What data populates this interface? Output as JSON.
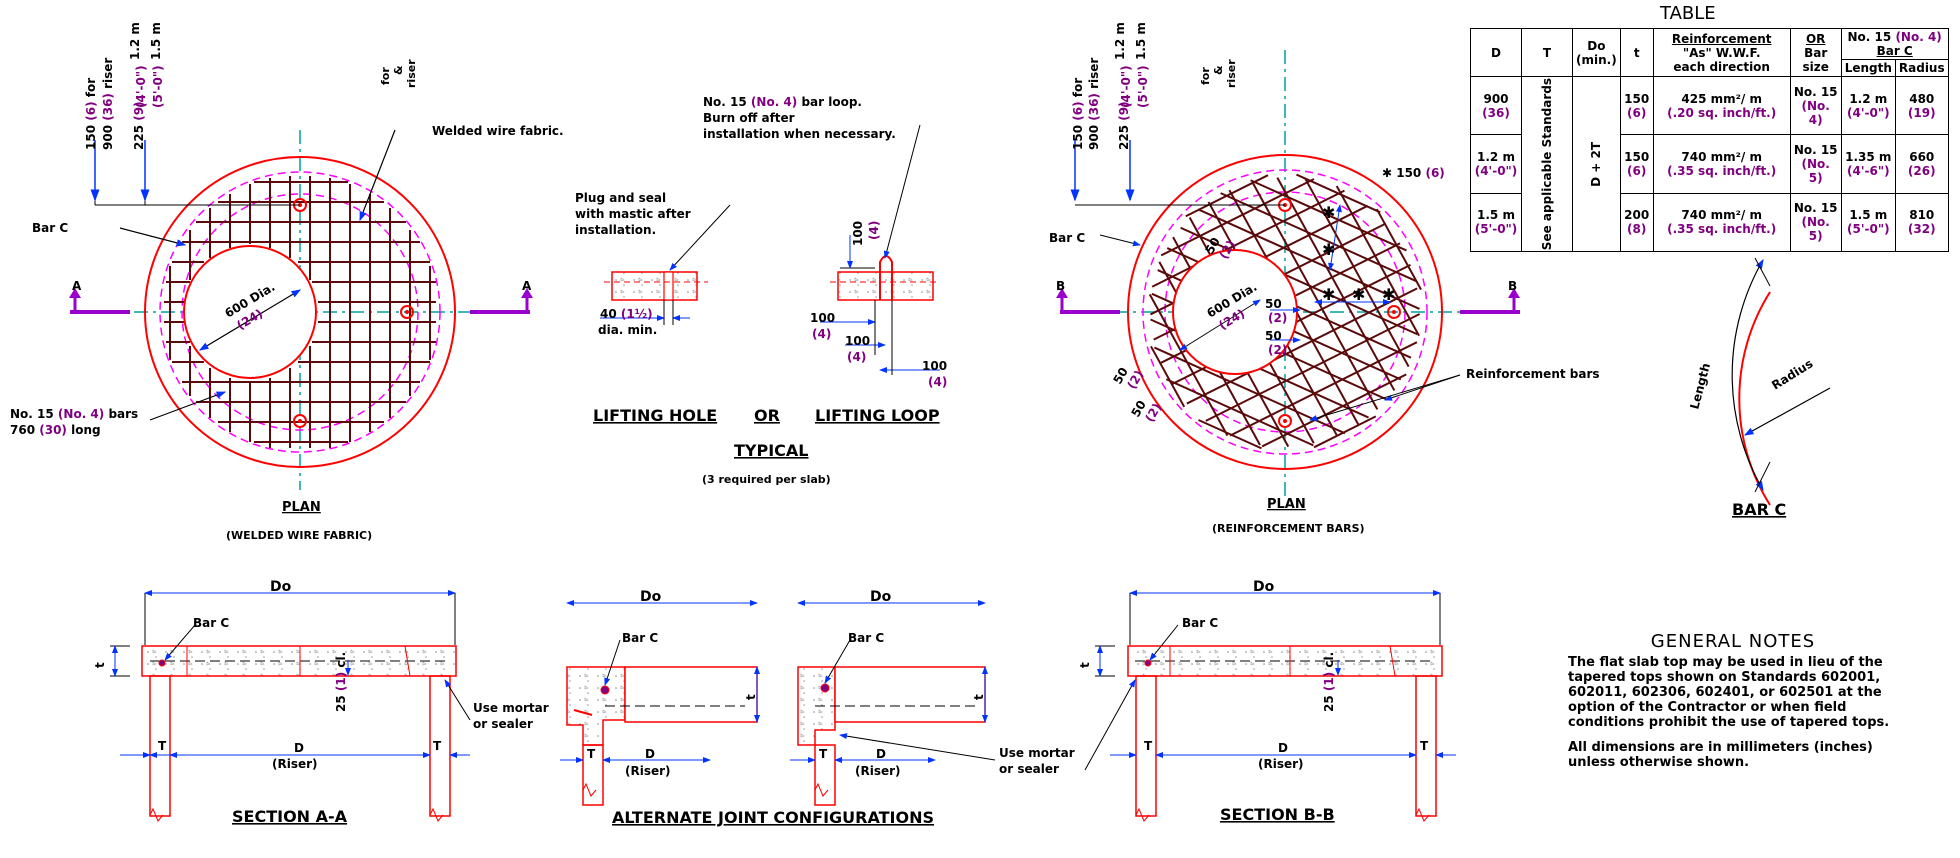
{
  "table": {
    "caption": "TABLE",
    "headers": {
      "d": "D",
      "t": "T",
      "do": "Do",
      "do_sub": "(min.)",
      "thick": "t",
      "reinf": "Reinforcement",
      "as": "\"As\" W.W.F.",
      "each": "each direction",
      "or": "OR",
      "bar_size": "Bar size",
      "no15": "No. 15",
      "no4": "(No. 4)",
      "barc": "Bar C",
      "length": "Length",
      "radius": "Radius"
    },
    "see_standards": "See applicable Standards",
    "d_plus_2t": "D + 2T",
    "rows": [
      {
        "d": "900",
        "d_in": "(36)",
        "t": "150",
        "t_in": "(6)",
        "as": "425 mm²/ m",
        "as_in": "(.20 sq. inch/ft.)",
        "bar": "No. 15",
        "bar_in": "(No. 4)",
        "len": "1.2 m",
        "len_in": "(4'-0\")",
        "rad": "480",
        "rad_in": "(19)"
      },
      {
        "d": "1.2 m",
        "d_in": "(4'-0\")",
        "t": "150",
        "t_in": "(6)",
        "as": "740 mm²/ m",
        "as_in": "(.35 sq. inch/ft.)",
        "bar": "No. 15",
        "bar_in": "(No. 5)",
        "len": "1.35 m",
        "len_in": "(4'-6\")",
        "rad": "660",
        "rad_in": "(26)"
      },
      {
        "d": "1.5 m",
        "d_in": "(5'-0\")",
        "t": "200",
        "t_in": "(8)",
        "as": "740 mm²/ m",
        "as_in": "(.35 sq. inch/ft.)",
        "bar": "No. 15",
        "bar_in": "(No. 5)",
        "len": "1.5 m",
        "len_in": "(5'-0\")",
        "rad": "810",
        "rad_in": "(32)"
      }
    ]
  },
  "labels": {
    "welded_wire_fabric": "Welded wire fabric.",
    "bar_c": "Bar C",
    "bars_note_1": "No. 15",
    "bars_note_1p": "(No. 4)",
    "bars_note_1b": "bars",
    "bars_note_2": "760",
    "bars_note_2p": "(30)",
    "bars_note_2b": "long",
    "dia_600": "600 Dia.",
    "dia_24": "(24)",
    "sec_a": "A",
    "sec_b": "B",
    "plan": "PLAN",
    "plan_wwf": "(WELDED WIRE FABRIC)",
    "plan_rb": "(REINFORCEMENT BARS)",
    "reinforcement_bars": "Reinforcement bars",
    "star_150": "✱ 150",
    "star_150p": "(6)",
    "dim_150_for": "150",
    "dim_150_for_p": "(6)",
    "dim_for": "for",
    "dim_900": "900",
    "dim_900_p": "(36)",
    "dim_riser": "riser",
    "dim_225": "225",
    "dim_225_p": "(9)",
    "dim_12m": "1.2 m",
    "dim_40": "(4'-0\")",
    "dim_15m": "1.5 m",
    "dim_50": "(5'-0\")",
    "dim_for2": "for",
    "dim_amp": "&",
    "dim_riser2": "riser",
    "loop_note_1": "No. 15",
    "loop_note_1p": "(No. 4)",
    "loop_note_1b": "bar loop.",
    "loop_note_2": "Burn off after",
    "loop_note_3": "installation when necessary.",
    "plug_1": "Plug and seal",
    "plug_2": "with mastic after",
    "plug_3": "installation.",
    "hole_40": "40",
    "hole_40p": "(1½)",
    "hole_dia": "dia. min.",
    "loop_100a": "100",
    "loop_100ap": "(4)",
    "loop_100b": "100",
    "loop_100bp": "(4)",
    "loop_100c": "100",
    "loop_100cp": "(4)",
    "loop_100d": "100",
    "loop_100dp": "(4)",
    "lifting_hole": "LIFTING HOLE",
    "or": "OR",
    "lifting_loop": "LIFTING LOOP",
    "typical": "TYPICAL",
    "three_req": "(3 required per slab)",
    "dim_50n": "50",
    "dim_2": "(2)",
    "do_label": "Do",
    "t_label": "t",
    "T_label": "T",
    "d_label": "D",
    "riser_label": "(Riser)",
    "cl_25": "25",
    "cl_1": "(1)",
    "cl": "cl.",
    "mortar_1": "Use mortar",
    "mortar_2": "or sealer",
    "section_aa": "SECTION A-A",
    "section_bb": "SECTION B-B",
    "alt_joint": "ALTERNATE JOINT CONFIGURATIONS",
    "length": "Length",
    "radius": "Radius",
    "bar_c_title": "BAR C"
  },
  "notes": {
    "title": "GENERAL NOTES",
    "p1": "The flat slab top may be used in lieu of the tapered tops shown on Standards 602001, 602011, 602306, 602401, or 602501 at the option of the Contractor or when field conditions prohibit the use of tapered tops.",
    "p2": "All dimensions are in millimeters (inches) unless otherwise shown."
  },
  "colors": {
    "red": "#ff0000",
    "magenta": "#ff00ff",
    "cyan": "#00a0a0",
    "brown": "#5a0a0a",
    "blue": "#0033ff",
    "purple": "#800080",
    "arrow": "#9900cc"
  }
}
